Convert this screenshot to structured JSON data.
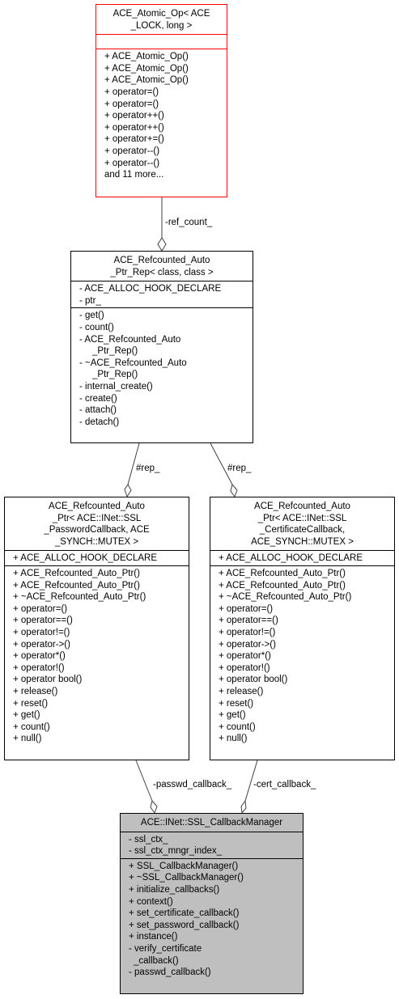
{
  "nodes": {
    "atomic_op": {
      "title": [
        "ACE_Atomic_Op< ACE",
        "_LOCK, long >"
      ],
      "attributes": [],
      "methods": [
        "+ ACE_Atomic_Op()",
        "+ ACE_Atomic_Op()",
        "+ ACE_Atomic_Op()",
        "+ operator=()",
        "+ operator=()",
        "+ operator++()",
        "+ operator++()",
        "+ operator+=()",
        "+ operator--()",
        "+ operator--()",
        "and 11 more..."
      ],
      "border_color": "#ff0000"
    },
    "refcounted_rep": {
      "title": [
        "ACE_Refcounted_Auto",
        "_Ptr_Rep< class, class >"
      ],
      "attributes": [
        "- ACE_ALLOC_HOOK_DECLARE",
        "- ptr_"
      ],
      "methods": [
        "- get()",
        "- count()",
        "- ACE_Refcounted_Auto",
        "_Ptr_Rep()",
        "- ~ACE_Refcounted_Auto",
        "_Ptr_Rep()",
        "- internal_create()",
        "- create()",
        "- attach()",
        "- detach()"
      ]
    },
    "ptr_password": {
      "title": [
        "ACE_Refcounted_Auto",
        "_Ptr< ACE::INet::SSL",
        "_PasswordCallback, ACE",
        "_SYNCH::MUTEX >"
      ],
      "attributes": [
        "+ ACE_ALLOC_HOOK_DECLARE"
      ],
      "methods": [
        "+ ACE_Refcounted_Auto_Ptr()",
        "+ ACE_Refcounted_Auto_Ptr()",
        "+ ~ACE_Refcounted_Auto_Ptr()",
        "+ operator=()",
        "+ operator==()",
        "+ operator!=()",
        "+ operator->()",
        "+ operator*()",
        "+ operator!()",
        "+ operator bool()",
        "+ release()",
        "+ reset()",
        "+ get()",
        "+ count()",
        "+ null()"
      ]
    },
    "ptr_certificate": {
      "title": [
        "ACE_Refcounted_Auto",
        "_Ptr< ACE::INet::SSL",
        "_CertificateCallback,",
        "ACE_SYNCH::MUTEX >"
      ],
      "attributes": [
        "+ ACE_ALLOC_HOOK_DECLARE"
      ],
      "methods": [
        "+ ACE_Refcounted_Auto_Ptr()",
        "+ ACE_Refcounted_Auto_Ptr()",
        "+ ~ACE_Refcounted_Auto_Ptr()",
        "+ operator=()",
        "+ operator==()",
        "+ operator!=()",
        "+ operator->()",
        "+ operator*()",
        "+ operator!()",
        "+ operator bool()",
        "+ release()",
        "+ reset()",
        "+ get()",
        "+ count()",
        "+ null()"
      ]
    },
    "callback_manager": {
      "title": [
        "ACE::INet::SSL_CallbackManager"
      ],
      "attributes": [
        "- ssl_ctx_",
        "- ssl_ctx_mngr_index_"
      ],
      "methods": [
        "+ SSL_CallbackManager()",
        "+ ~SSL_CallbackManager()",
        "+ initialize_callbacks()",
        "+ context()",
        "+ set_certificate_callback()",
        "+ set_password_callback()",
        "+ instance()",
        "- verify_certificate",
        "_callback()",
        "- passwd_callback()"
      ],
      "fill_color": "#bfbfbf"
    }
  },
  "edges": {
    "ref_count": "-ref_count_",
    "rep_left": "#rep_",
    "rep_right": "#rep_",
    "passwd_callback": "-passwd_callback_",
    "cert_callback": "-cert_callback_"
  }
}
